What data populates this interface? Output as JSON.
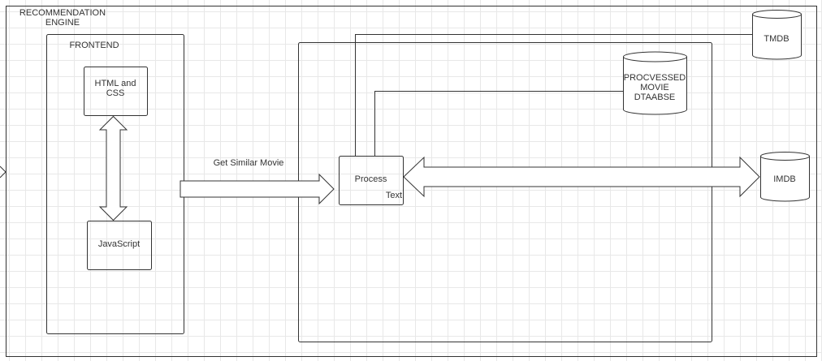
{
  "diagram": {
    "engine_title": "RECOMMENDATION\nENGINE",
    "frontend_title": "FRONTEND",
    "html_css_box": "HTML and\nCSS",
    "javascript_box": "JavaScript",
    "edge_label": "Get Similar Movie",
    "process_label": "Process",
    "process_sub_label": "Text",
    "tmdb_db": "TMDB",
    "processed_db": "PROCVESSED\nMOVIE\nDTAABSE",
    "imdb_db": "IMDB"
  },
  "colors": {
    "stroke": "#333333",
    "text": "#333333",
    "grid": "#e8e8e8"
  }
}
